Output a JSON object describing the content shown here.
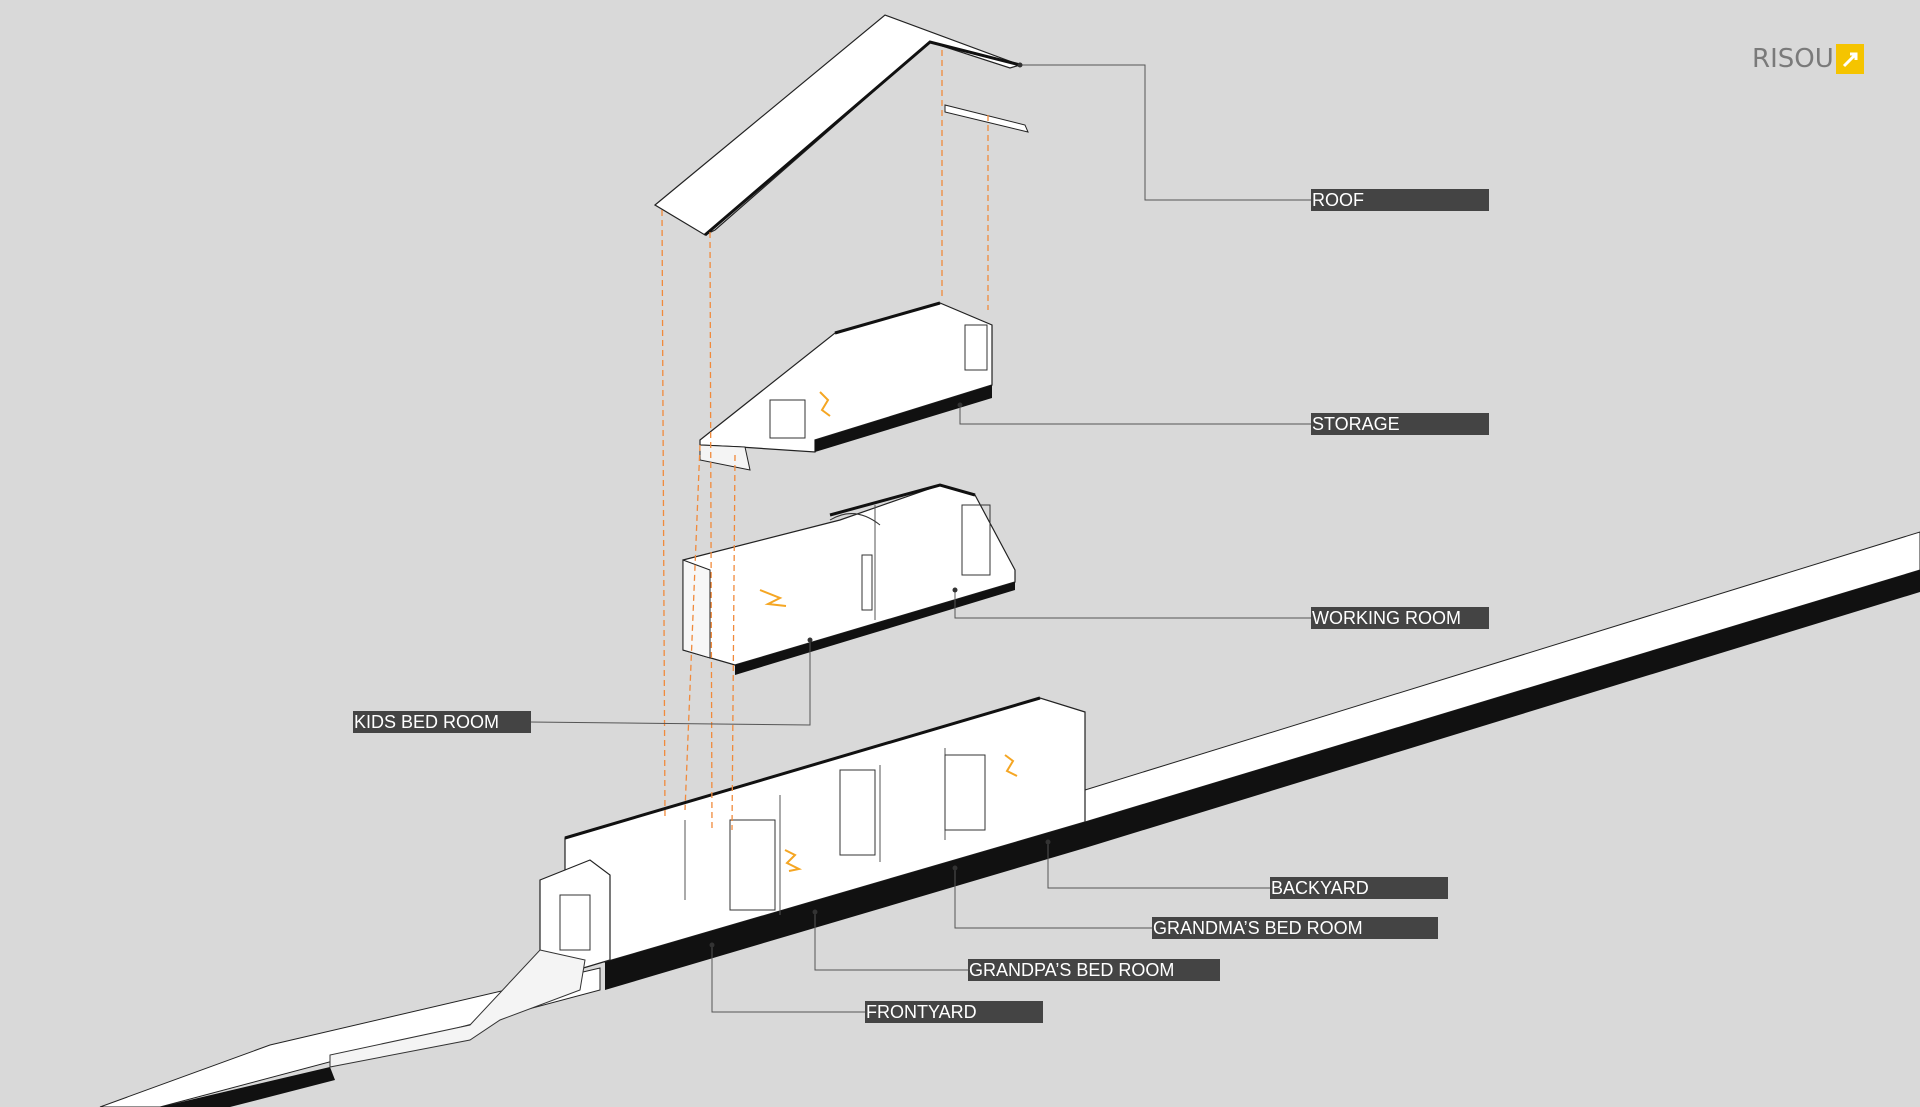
{
  "brand": {
    "name": "RISOU",
    "accent": "#f5c400",
    "text_color": "#7a7a7a"
  },
  "colors": {
    "background": "#d9d9d9",
    "label_bg": "#444444",
    "label_text": "#ffffff",
    "leader": "#555555",
    "projection": "#f08a3c",
    "figure": "#f5a623",
    "slab": "#111111",
    "wall": "#ffffff"
  },
  "labels": {
    "roof": "ROOF",
    "storage": "STORAGE",
    "working_room": "WORKING ROOM",
    "kids_bed_room": "KIDS BED ROOM",
    "backyard": "BACKYARD",
    "grandma_bed_room": "GRANDMA’S BED ROOM",
    "grandpa_bed_room": "GRANDPA’S BED ROOM",
    "frontyard": "FRONTYARD"
  }
}
